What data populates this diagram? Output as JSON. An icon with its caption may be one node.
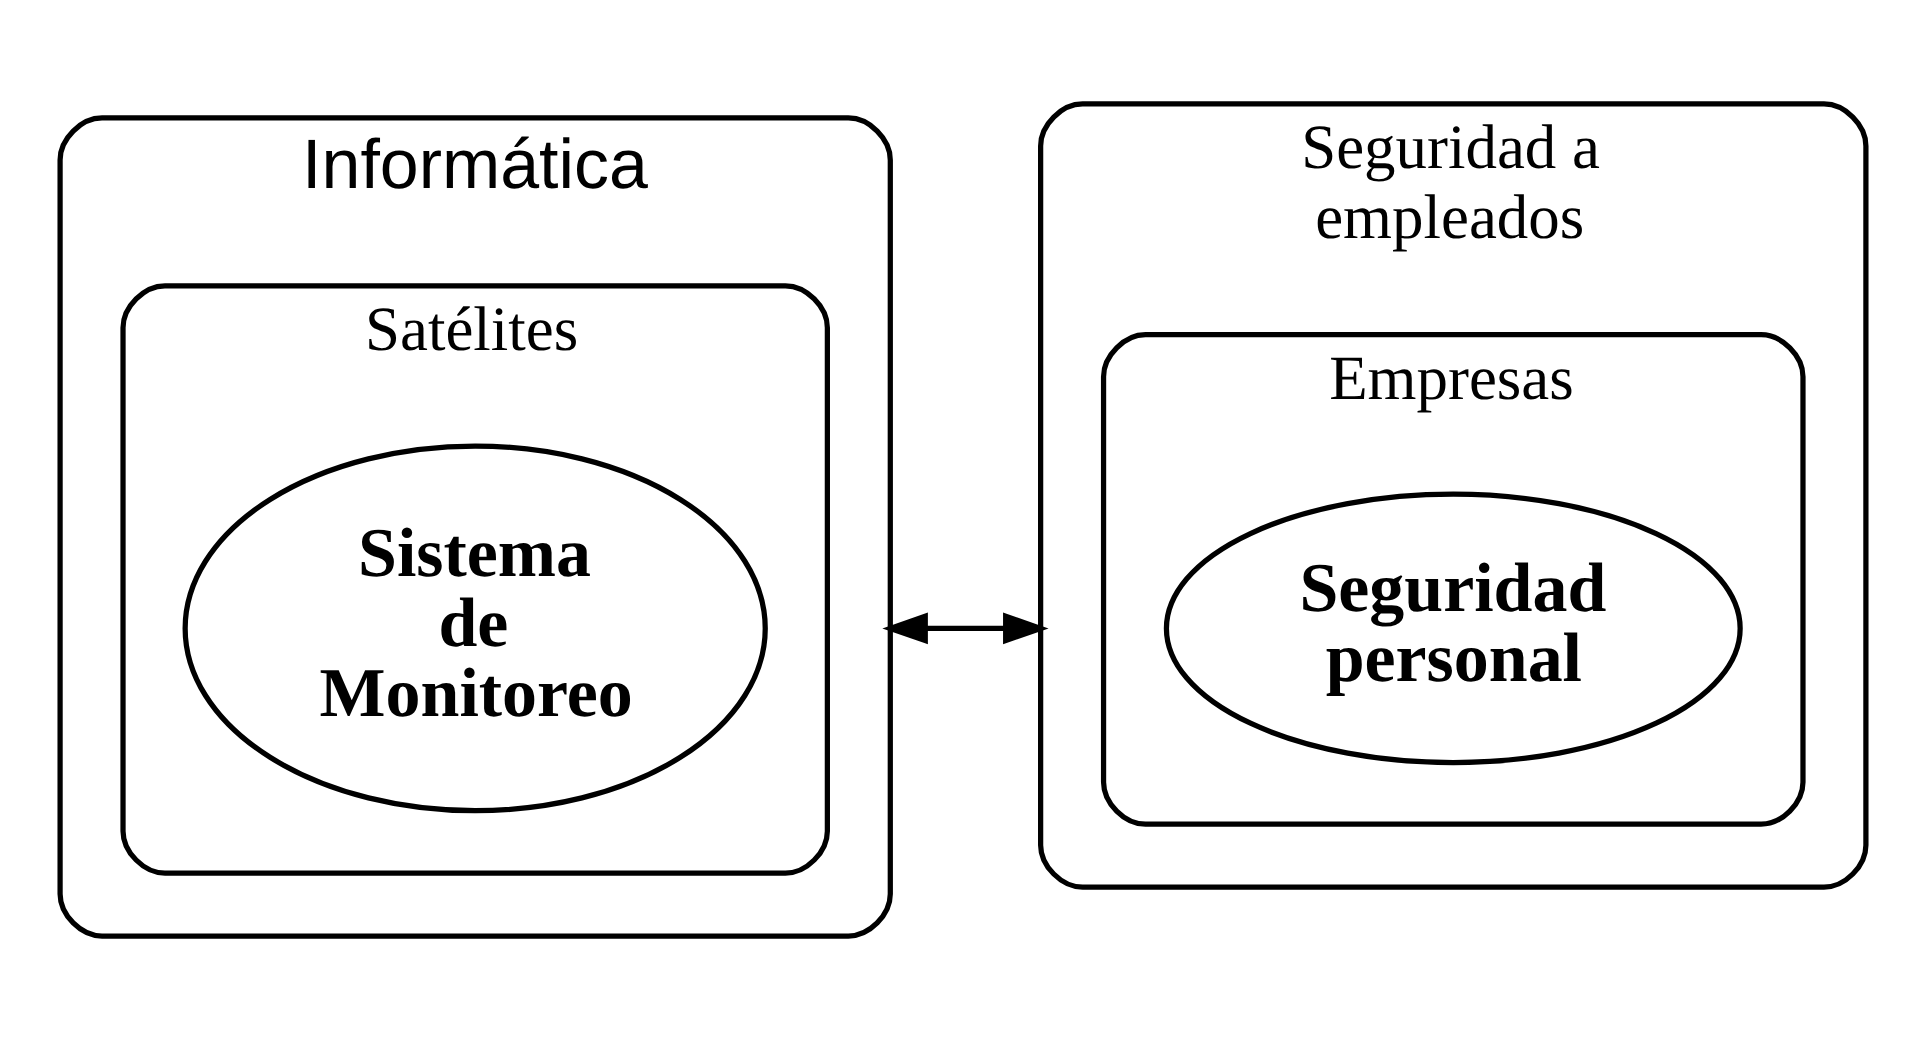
{
  "diagram": {
    "nodes": [
      {
        "text": [
          "Informática"
        ]
      },
      {
        "text": [
          "Satélites"
        ],
        "in": 0
      },
      {
        "text": [
          "Sistema de Monitoreo"
        ],
        "in": 1
      },
      {
        "text": [
          "Seguridad a empleados"
        ]
      },
      {
        "text": [
          "Empresas"
        ],
        "in": 3
      },
      {
        "text": [
          "Seguridad personal"
        ],
        "in": 4
      }
    ],
    "edges": [
      {
        "from": 0,
        "to": 3,
        "arrow": "both"
      }
    ]
  }
}
